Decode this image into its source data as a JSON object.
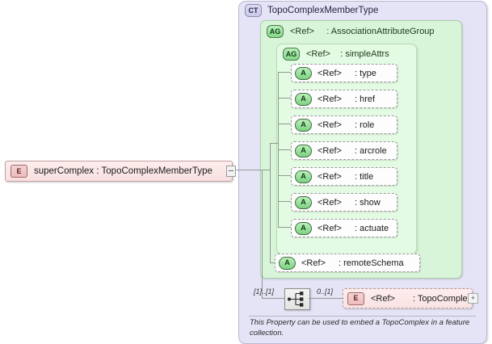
{
  "diagram": {
    "kind": "xsd-schema-diagram",
    "root_element": {
      "badge": "E",
      "badge_icon": "element-icon",
      "label": "superComplex : TopoComplexMemberType",
      "name": "superComplex",
      "type": "TopoComplexMemberType"
    },
    "complex_type": {
      "badge": "CT",
      "badge_icon": "complextype-icon",
      "title": "TopoComplexMemberType"
    },
    "attribute_group_outer": {
      "badge": "AG",
      "badge_icon": "attributegroup-icon",
      "ref": "<Ref>",
      "name": ": AssociationAttributeGroup"
    },
    "attribute_group_inner": {
      "badge": "AG",
      "badge_icon": "attributegroup-icon",
      "ref": "<Ref>",
      "name": ": simpleAttrs"
    },
    "attributes": [
      {
        "badge": "A",
        "badge_icon": "attribute-icon",
        "ref": "<Ref>",
        "name": ": type"
      },
      {
        "badge": "A",
        "badge_icon": "attribute-icon",
        "ref": "<Ref>",
        "name": ": href"
      },
      {
        "badge": "A",
        "badge_icon": "attribute-icon",
        "ref": "<Ref>",
        "name": ": role"
      },
      {
        "badge": "A",
        "badge_icon": "attribute-icon",
        "ref": "<Ref>",
        "name": ": arcrole"
      },
      {
        "badge": "A",
        "badge_icon": "attribute-icon",
        "ref": "<Ref>",
        "name": ": title"
      },
      {
        "badge": "A",
        "badge_icon": "attribute-icon",
        "ref": "<Ref>",
        "name": ": show"
      },
      {
        "badge": "A",
        "badge_icon": "attribute-icon",
        "ref": "<Ref>",
        "name": ": actuate"
      }
    ],
    "attribute_remote": {
      "badge": "A",
      "badge_icon": "attribute-icon",
      "ref": "<Ref>",
      "name": ": remoteSchema"
    },
    "sequence": {
      "icon": "sequence-compositor-icon",
      "cardinality_left": "[1]..[1]",
      "cardinality_right": "0..[1]"
    },
    "child_element": {
      "badge": "E",
      "badge_icon": "element-icon",
      "ref": "<Ref>",
      "name": ": TopoComplex",
      "expand_label": "+"
    },
    "annotation": "This Property can be used to embed a TopoComplex in a feature collection.",
    "colors": {
      "complextype_panel": "#e4e4f6",
      "attributegroup_outer": "#d9f5d9",
      "attributegroup_inner": "#e2fbe2",
      "element_box": "#fdeeee",
      "connector": "#8f9a8f"
    }
  }
}
